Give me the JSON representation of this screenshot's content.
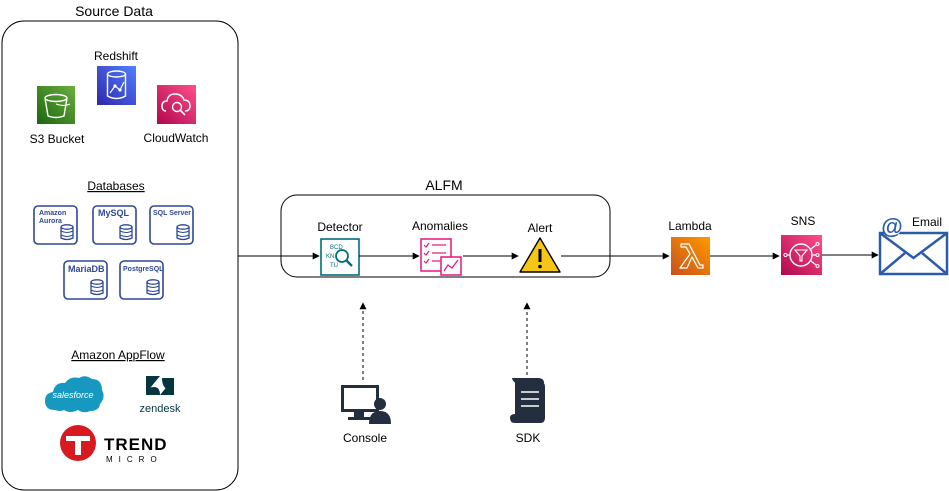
{
  "source": {
    "title": "Source Data",
    "redshift": "Redshift",
    "s3": "S3 Bucket",
    "cloudwatch": "CloudWatch",
    "databases_heading": "Databases",
    "db": {
      "aurora_line1": "Amazon",
      "aurora_line2": "Aurora",
      "mysql": "MySQL",
      "sqlserver": "SQL Server",
      "mariadb": "MariaDB",
      "postgresql": "PostgreSQL"
    },
    "appflow_heading": "Amazon AppFlow",
    "salesforce": "salesforce",
    "zendesk": "zendesk",
    "trend_line1": "TREND",
    "trend_line2": "MICRO"
  },
  "alfm": {
    "title": "ALFM",
    "detector": "Detector",
    "anomalies": "Anomalies",
    "alert": "Alert"
  },
  "outputs": {
    "lambda": "Lambda",
    "sns": "SNS",
    "email": "Email"
  },
  "clients": {
    "console": "Console",
    "sdk": "SDK"
  },
  "colors": {
    "s3": "#3f8624",
    "redshift": "#3b48cc",
    "cloudwatch": "#e7157b",
    "database": "#2e4799",
    "detector": "#006e7f",
    "anomalies": "#e7157b",
    "alert": "#f5c518",
    "lambda": "#e8730b",
    "sns": "#e7157b",
    "email": "#2a5caa",
    "salesforce": "#1798c1",
    "trend": "#d71920"
  }
}
